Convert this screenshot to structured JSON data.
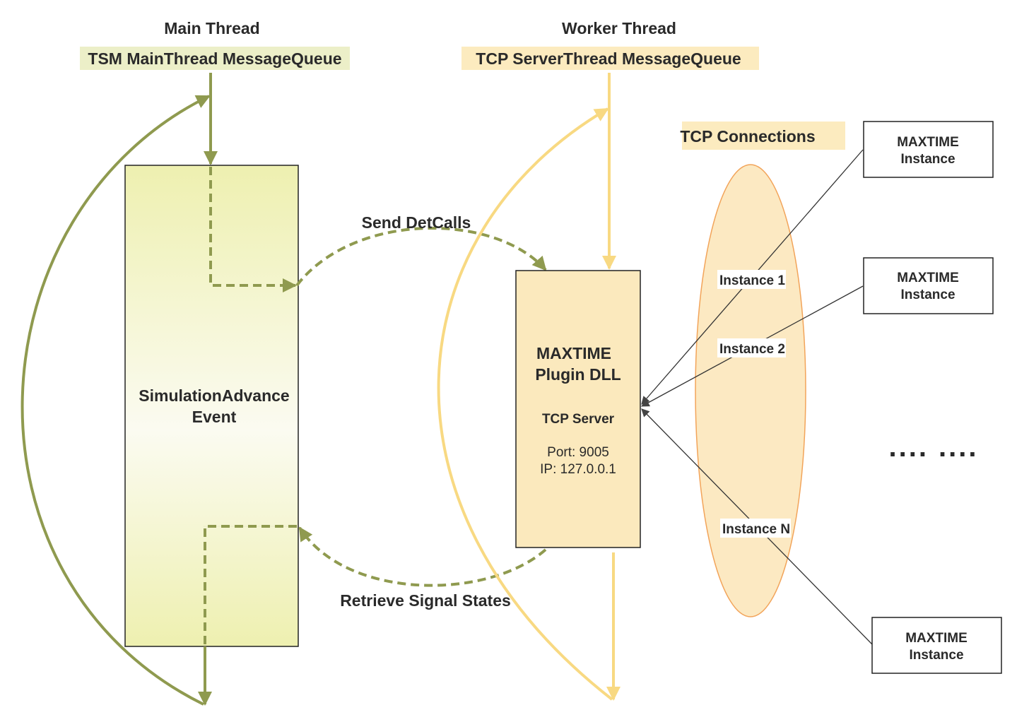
{
  "main_thread": {
    "header": "Main Thread",
    "queue": "TSM MainThread MessageQueue",
    "event_box": [
      "SimulationAdvance",
      "Event"
    ]
  },
  "worker_thread": {
    "header": "Worker Thread",
    "queue": "TCP ServerThread MessageQueue"
  },
  "plugin": {
    "title": [
      "MAXTIME",
      "Plugin DLL"
    ],
    "server": "TCP Server",
    "port": "Port: 9005",
    "ip": "IP: 127.0.0.1"
  },
  "flows": {
    "send": "Send DetCalls",
    "retrieve": "Retrieve Signal States"
  },
  "tcp": {
    "title": "TCP Connections",
    "instances": [
      "Instance 1",
      "Instance 2",
      "Instance N"
    ]
  },
  "clients": [
    [
      "MAXTIME",
      "Instance"
    ],
    [
      "MAXTIME",
      "Instance"
    ],
    [
      "MAXTIME",
      "Instance"
    ]
  ],
  "ellipsis": ".... ....",
  "colors": {
    "olive": "#8f9a4f",
    "olive_fill_top": "#eef0b0",
    "olive_fill_mid": "#fbfbf1",
    "olive_fill_bot": "#eef0b0",
    "queue_main_bg": "#ecefc8",
    "queue_worker_bg": "#fcebbf",
    "yellow_line": "#f8d982",
    "plugin_fill": "#fbe9bd",
    "ellipse_fill": "#fce9c2",
    "ellipse_stroke": "#f2a45a",
    "dark": "#2a2a2a"
  }
}
